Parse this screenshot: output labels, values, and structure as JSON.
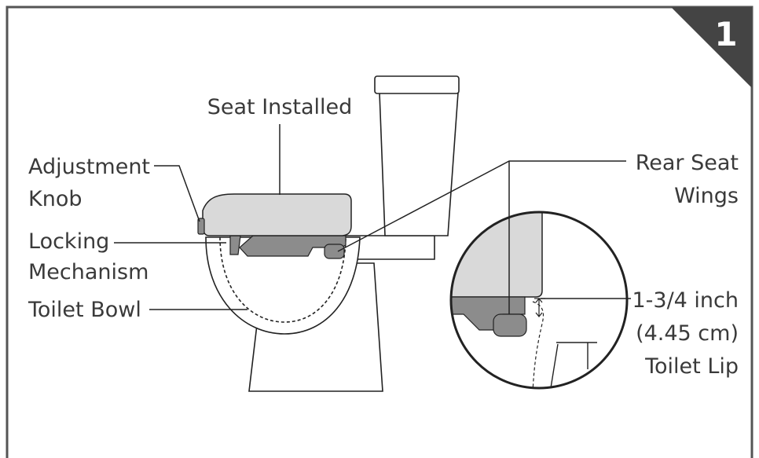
{
  "step_number": "1",
  "labels": {
    "seat_installed": "Seat Installed",
    "adjustment_knob_line1": "Adjustment",
    "adjustment_knob_line2": "Knob",
    "locking_mechanism_line1": "Locking",
    "locking_mechanism_line2": "Mechanism",
    "toilet_bowl": "Toilet Bowl",
    "rear_seat_wings_line1": "Rear Seat",
    "rear_seat_wings_line2": "Wings",
    "measurement_line1": "1-3/4 inch",
    "measurement_line2": "(4.45 cm)",
    "measurement_line3": "Toilet Lip"
  },
  "colors": {
    "frame": "#555555",
    "seat_fill": "#d9d9d9",
    "mechanism_fill": "#8c8c8c",
    "step_badge": "#444444",
    "outline": "#222222"
  }
}
